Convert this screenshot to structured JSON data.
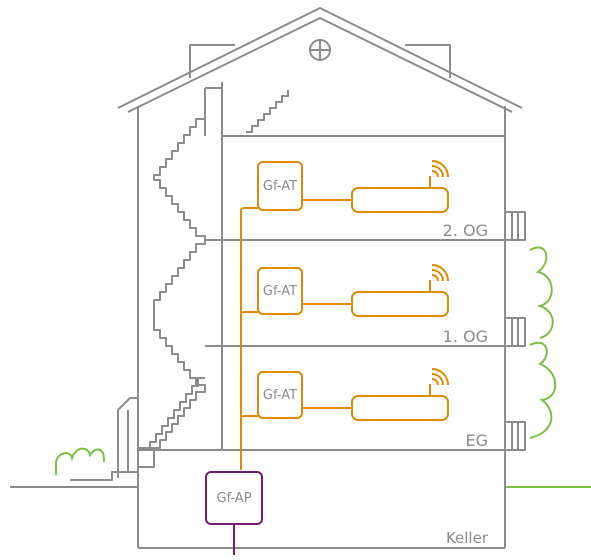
{
  "colors": {
    "building": "#8c8c8c",
    "fiber_in_house": "#e08a00",
    "access_point": "#7a1a6b",
    "vegetation": "#7ac143"
  },
  "boxes": {
    "at_2og": "Gf-AT",
    "at_1og": "Gf-AT",
    "at_eg": "Gf-AT",
    "ap_keller": "Gf-AP"
  },
  "floors": {
    "og2": "2. OG",
    "og1": "1. OG",
    "eg": "EG",
    "keller": "Keller"
  },
  "icons": {
    "router_signal": "wifi-signal-icon",
    "roof_window": "round-window-icon"
  }
}
